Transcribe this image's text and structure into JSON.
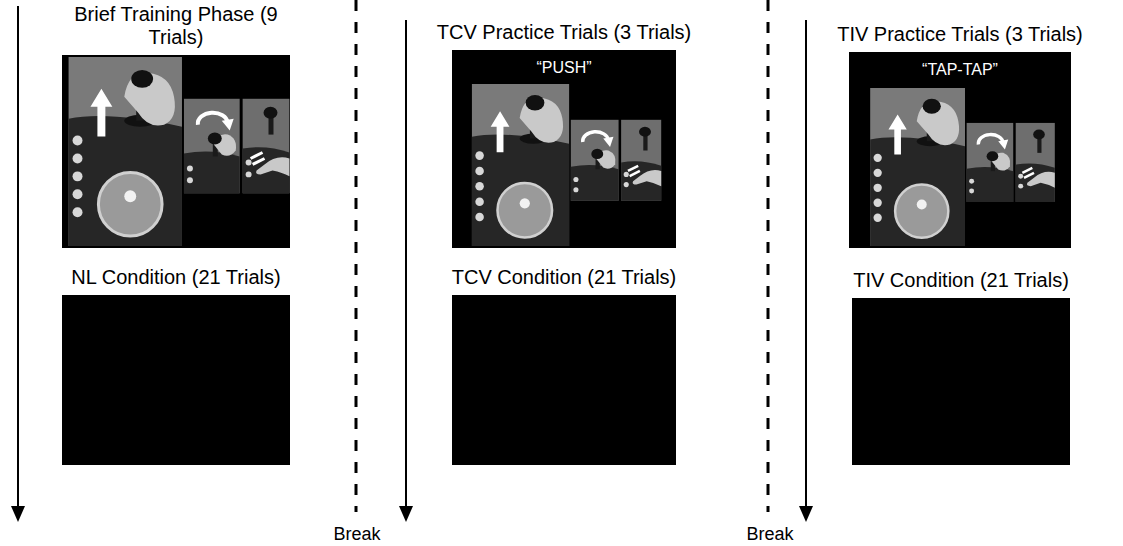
{
  "diagram": {
    "nodes": [
      {
        "text": [
          "Brief Training Phase (9 Trials)"
        ]
      },
      {
        "text": [
          "NL Condition (21 Trials)"
        ]
      },
      {
        "text": [
          "TCV Practice Trials (3 Trials)",
          "“PUSH”"
        ]
      },
      {
        "text": [
          "TCV Condition (21 Trials)"
        ]
      },
      {
        "text": [
          "TIV Practice Trials (3 Trials)",
          "“TAP-TAP”"
        ]
      },
      {
        "text": [
          "TIV Condition (21 Trials)"
        ]
      }
    ],
    "labels": [
      "Break",
      "Break"
    ]
  }
}
